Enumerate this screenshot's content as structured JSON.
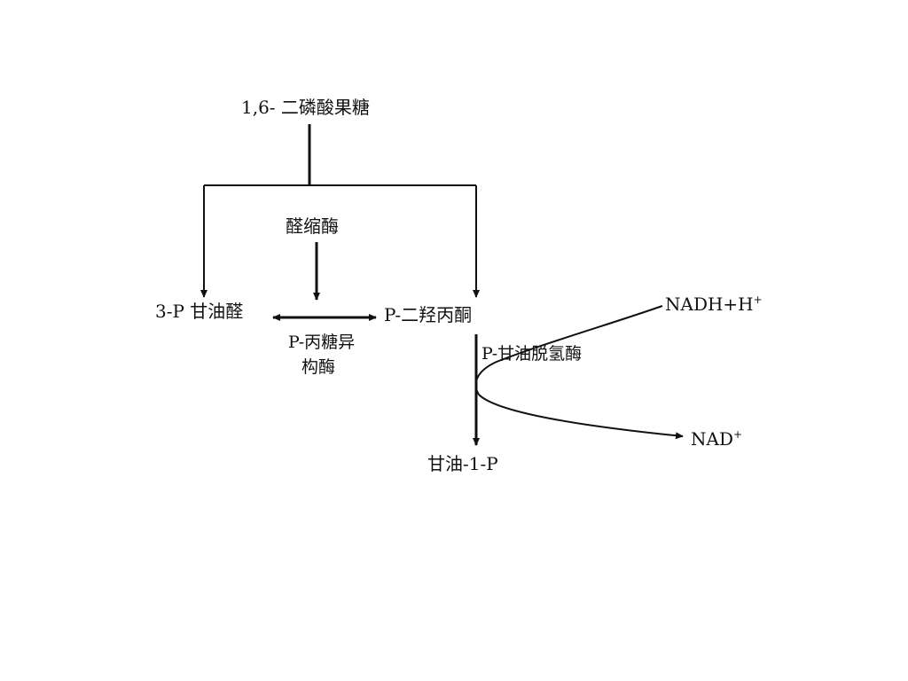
{
  "diagram": {
    "top_compound": "1,6- 二磷酸果糖",
    "aldolase": "醛缩酶",
    "left_product": "3-P 甘油醛",
    "right_product": "P-二羟丙酮",
    "isomerase_line1": "P-丙糖异",
    "isomerase_line2": "构酶",
    "dehydrogenase": "P-甘油脱氢酶",
    "cofactor_in": "NADH+H",
    "cofactor_in_sup": "+",
    "cofactor_out": "NAD",
    "cofactor_out_sup": "+",
    "final_product": "甘油-1-P"
  }
}
